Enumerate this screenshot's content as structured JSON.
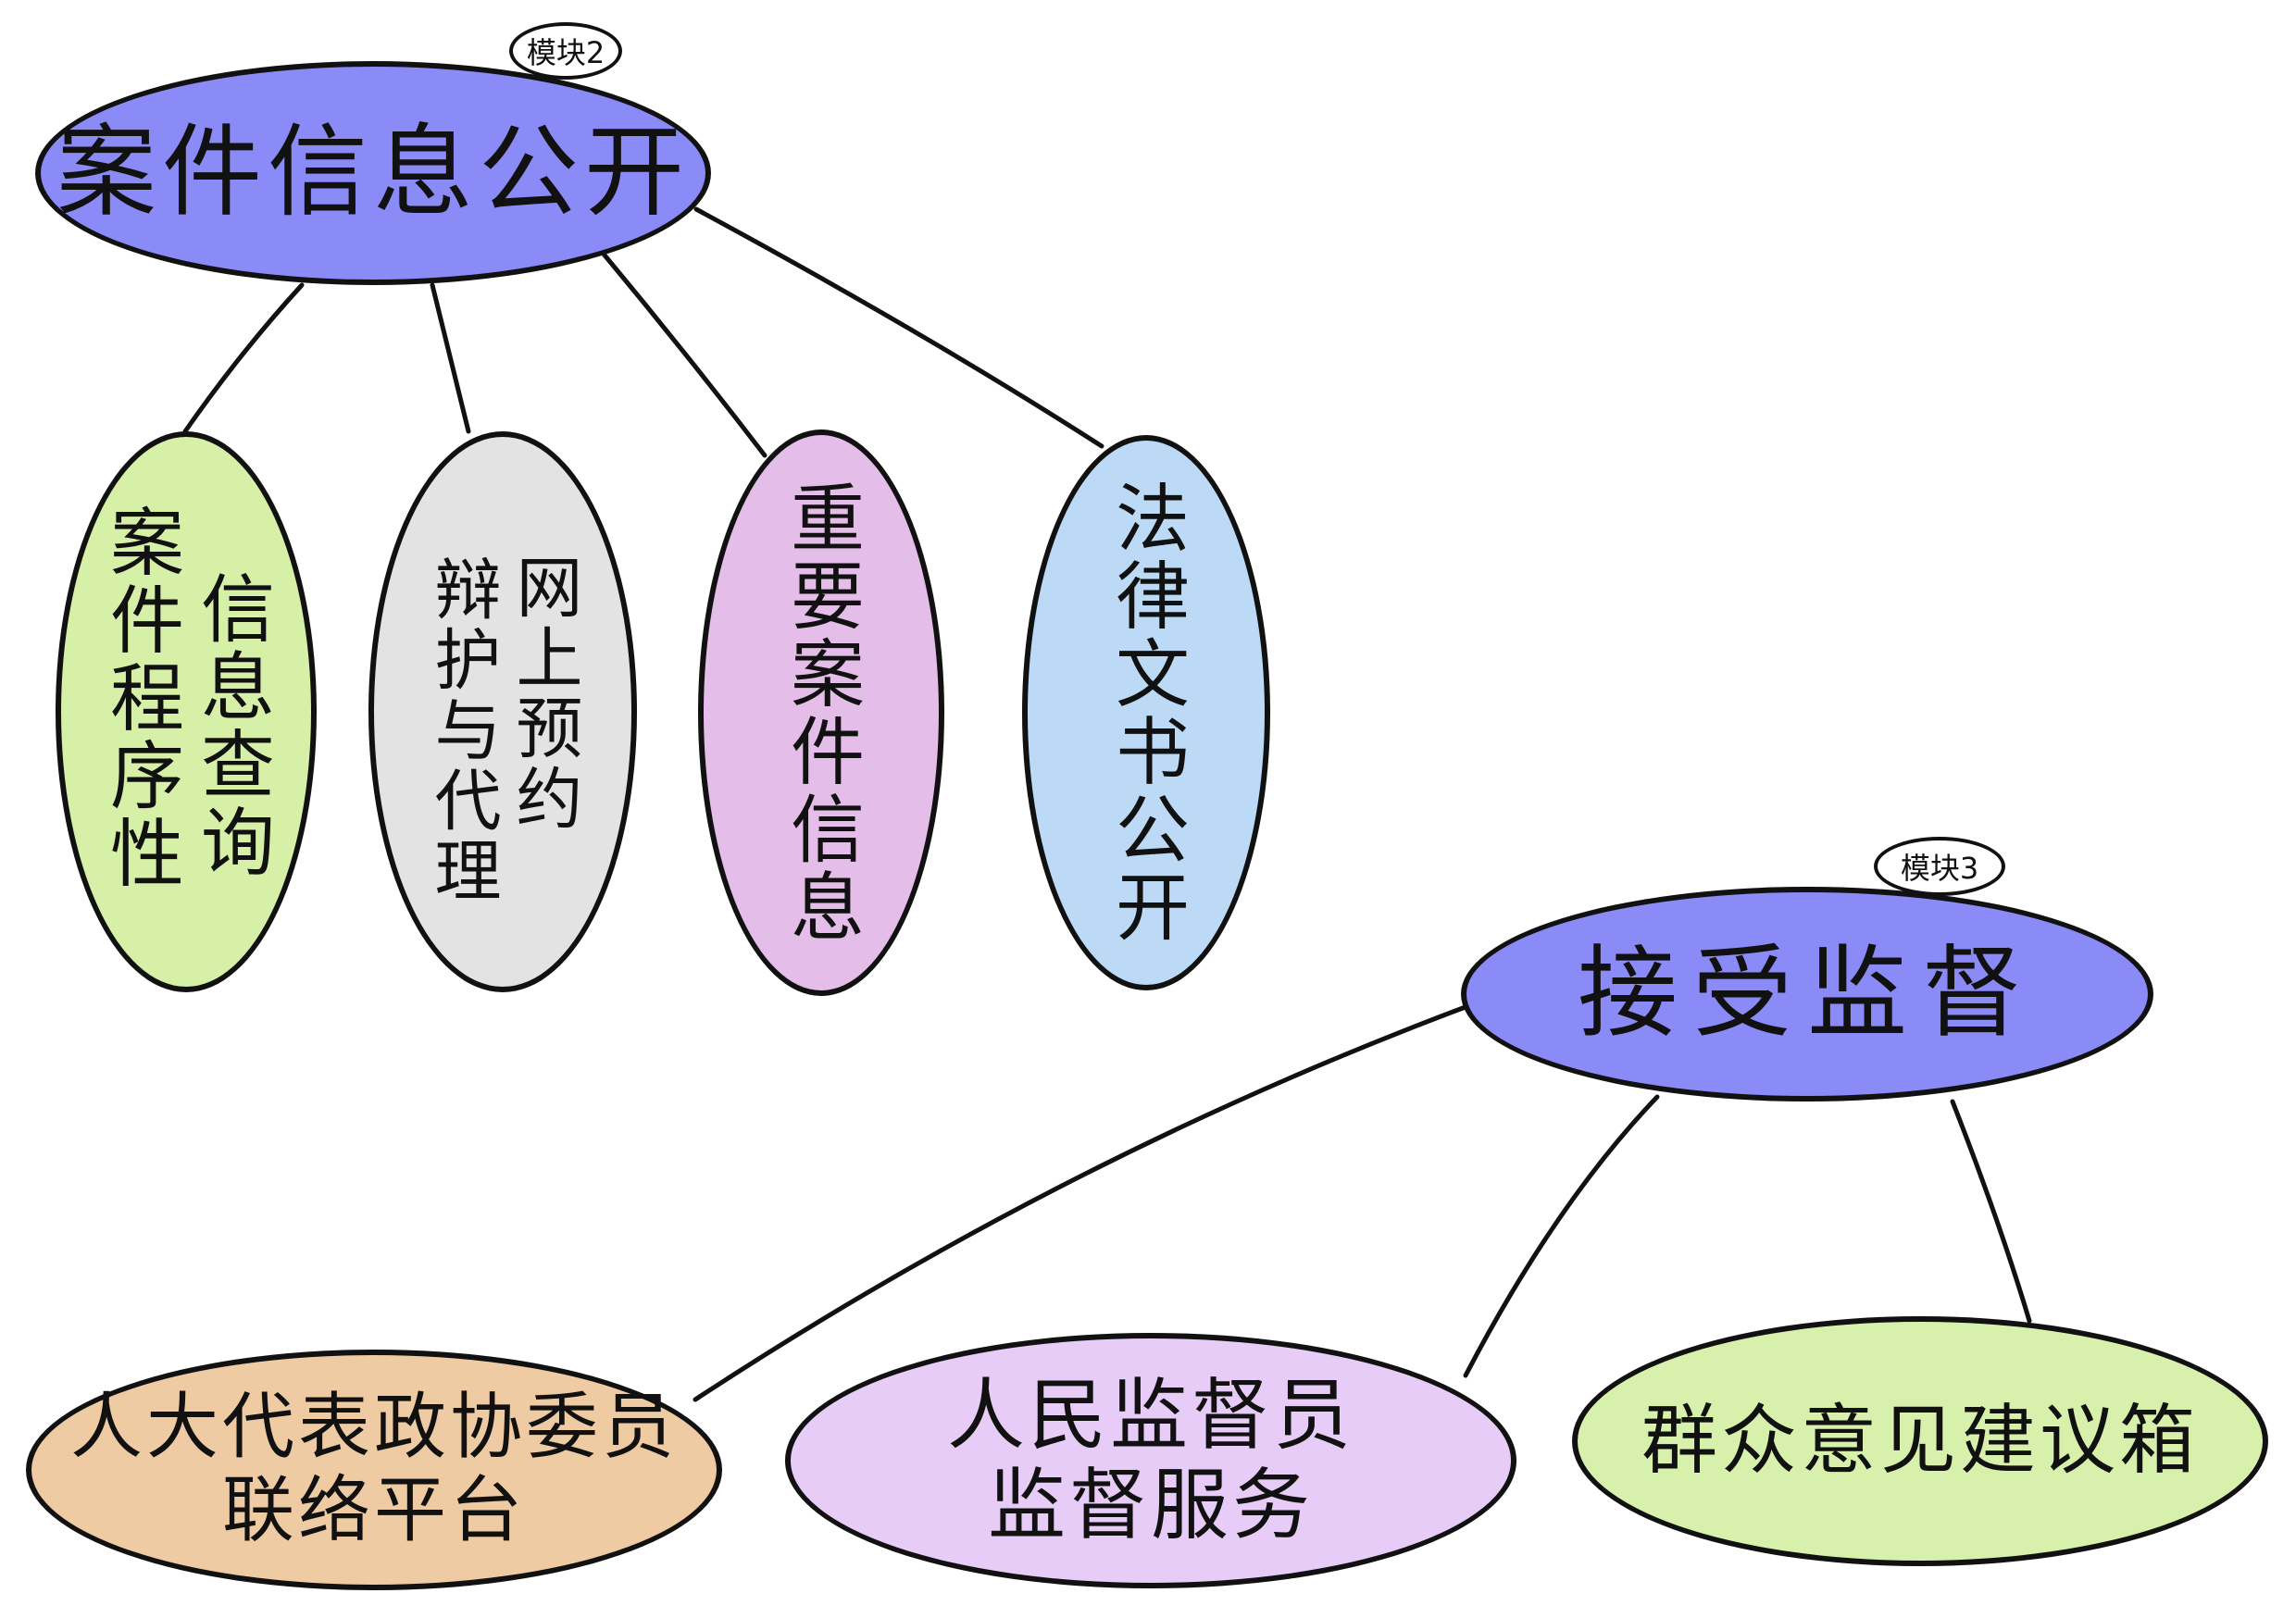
{
  "module2": {
    "badge": "模块2",
    "title": "案件信息公开",
    "children": {
      "case_query": {
        "col_left": "案件程序性",
        "col_right": "信息查询"
      },
      "defense": {
        "col_left": "辩护与代理",
        "col_right": "网上预约"
      },
      "important": {
        "text": "重要案件信息"
      },
      "legal_docs": {
        "text": "法律文书公开"
      }
    }
  },
  "module3": {
    "badge": "模块3",
    "title": "接受监督",
    "children": {
      "npc": {
        "line1": "人大代表政协委员",
        "line2": "联络平台"
      },
      "supervisor": {
        "line1": "人民监督员",
        "line2": "监督服务"
      },
      "mailbox": {
        "text": "群众意见建议箱"
      }
    }
  },
  "colors": {
    "main": "#8a8bf7",
    "green": "#d6f0a8",
    "gray": "#e3e3e3",
    "pink": "#e4bde8",
    "blue": "#bcdaf5",
    "orange": "#eecba3",
    "lavender": "#e6ccf6",
    "mailbox_green": "#d7f1ad"
  }
}
